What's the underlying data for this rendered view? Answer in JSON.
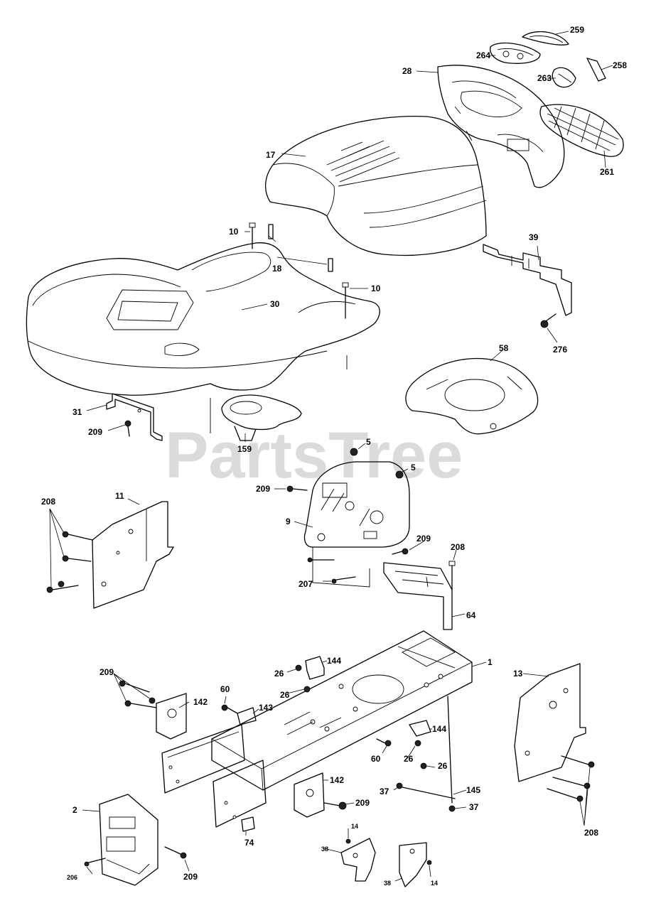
{
  "watermark": "PartsTree",
  "callouts": [
    {
      "id": "c259",
      "text": "259"
    },
    {
      "id": "c264",
      "text": "264"
    },
    {
      "id": "c258",
      "text": "258"
    },
    {
      "id": "c28",
      "text": "28"
    },
    {
      "id": "c263",
      "text": "263"
    },
    {
      "id": "c17",
      "text": "17"
    },
    {
      "id": "c261",
      "text": "261"
    },
    {
      "id": "c10a",
      "text": "10"
    },
    {
      "id": "c18",
      "text": "18"
    },
    {
      "id": "c39",
      "text": "39"
    },
    {
      "id": "c10b",
      "text": "10"
    },
    {
      "id": "c30",
      "text": "30"
    },
    {
      "id": "c276",
      "text": "276"
    },
    {
      "id": "c58",
      "text": "58"
    },
    {
      "id": "c31",
      "text": "31"
    },
    {
      "id": "c209a",
      "text": "209"
    },
    {
      "id": "c159",
      "text": "159"
    },
    {
      "id": "c5a",
      "text": "5"
    },
    {
      "id": "c5b",
      "text": "5"
    },
    {
      "id": "c209b",
      "text": "209"
    },
    {
      "id": "c11",
      "text": "11"
    },
    {
      "id": "c208a",
      "text": "208"
    },
    {
      "id": "c9",
      "text": "9"
    },
    {
      "id": "c209c",
      "text": "209"
    },
    {
      "id": "c208b",
      "text": "208"
    },
    {
      "id": "c207",
      "text": "207"
    },
    {
      "id": "c64",
      "text": "64"
    },
    {
      "id": "c1",
      "text": "1"
    },
    {
      "id": "c144a",
      "text": "144"
    },
    {
      "id": "c13",
      "text": "13"
    },
    {
      "id": "c209d",
      "text": "209"
    },
    {
      "id": "c26a",
      "text": "26"
    },
    {
      "id": "c26b",
      "text": "26"
    },
    {
      "id": "c60a",
      "text": "60"
    },
    {
      "id": "c142a",
      "text": "142"
    },
    {
      "id": "c143",
      "text": "143"
    },
    {
      "id": "c144b",
      "text": "144"
    },
    {
      "id": "c60b",
      "text": "60"
    },
    {
      "id": "c26c",
      "text": "26"
    },
    {
      "id": "c26d",
      "text": "26"
    },
    {
      "id": "c142b",
      "text": "142"
    },
    {
      "id": "c37a",
      "text": "37"
    },
    {
      "id": "c145",
      "text": "145"
    },
    {
      "id": "c209e",
      "text": "209"
    },
    {
      "id": "c37b",
      "text": "37"
    },
    {
      "id": "c2",
      "text": "2"
    },
    {
      "id": "c74",
      "text": "74"
    },
    {
      "id": "c208c",
      "text": "208"
    },
    {
      "id": "c14a",
      "text": "14"
    },
    {
      "id": "c38a",
      "text": "38"
    },
    {
      "id": "c206",
      "text": "206"
    },
    {
      "id": "c209f",
      "text": "209"
    },
    {
      "id": "c38b",
      "text": "38"
    },
    {
      "id": "c14b",
      "text": "14"
    }
  ]
}
